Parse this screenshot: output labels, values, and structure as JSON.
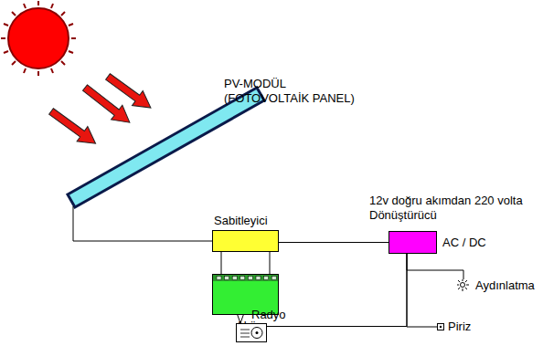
{
  "diagram": {
    "nodes": [
      {
        "text": [
          "Sabitleyici"
        ]
      },
      {
        "text": [
          "Akü"
        ]
      },
      {
        "text": [
          "12v doğru akımdan 220 volta Dönüştürücü",
          "AC / DC"
        ]
      },
      {
        "text": [
          "Aydınlatma"
        ]
      },
      {
        "text": [
          "Radyo"
        ]
      },
      {
        "text": [
          "Piriz"
        ]
      }
    ],
    "edges": [
      {
        "from": 0,
        "to": 1,
        "arrow": "none"
      },
      {
        "from": 0,
        "to": 2,
        "arrow": "none"
      },
      {
        "from": 2,
        "to": 3,
        "arrow": "none"
      },
      {
        "from": 2,
        "to": 4,
        "arrow": "none"
      },
      {
        "from": 2,
        "to": 5,
        "arrow": "none"
      }
    ],
    "labels": [
      "PV-MODÜL (FOTOVOLTAİK PANEL)"
    ]
  }
}
